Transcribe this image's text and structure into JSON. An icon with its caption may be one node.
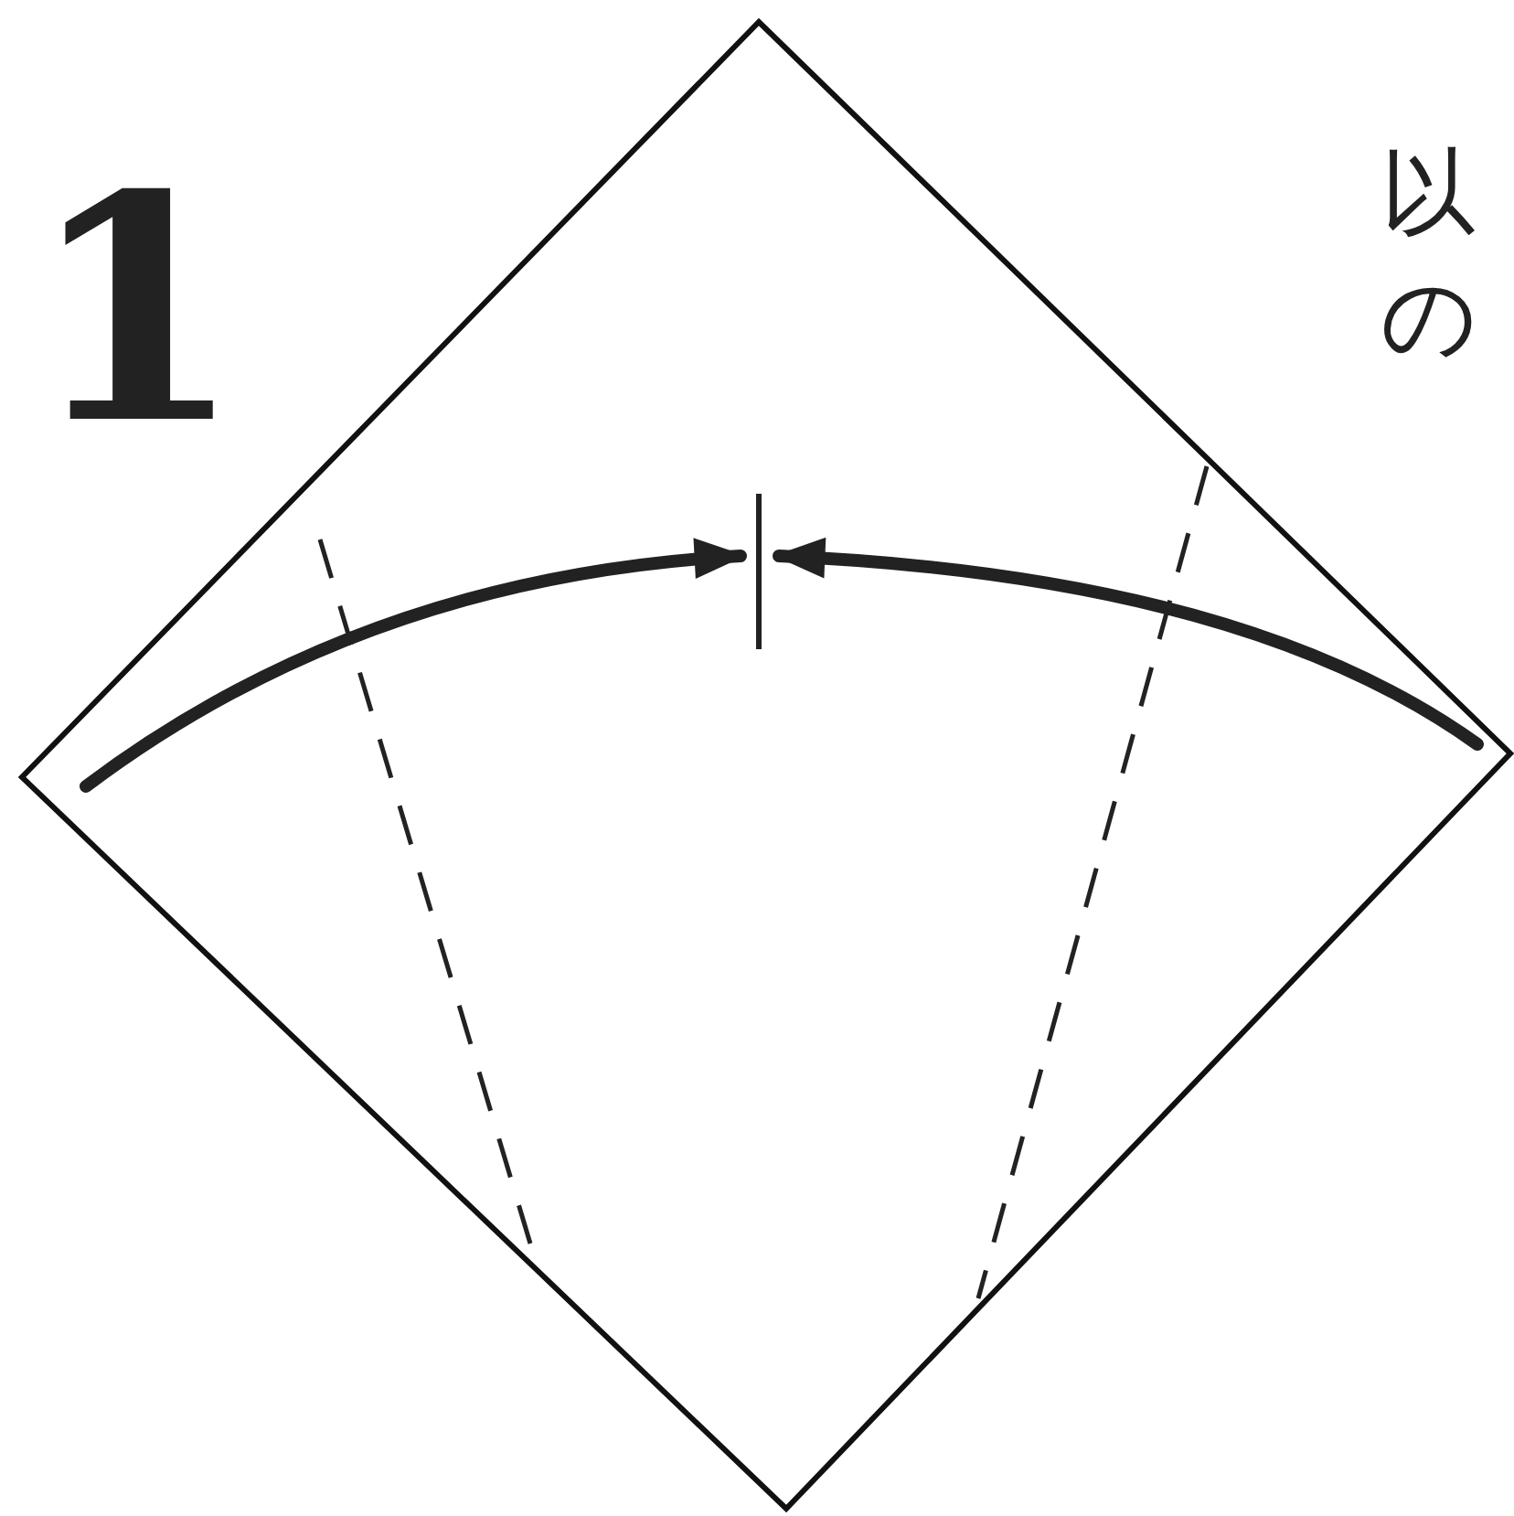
{
  "diagram": {
    "labels": [
      "1",
      "以",
      "の"
    ]
  }
}
